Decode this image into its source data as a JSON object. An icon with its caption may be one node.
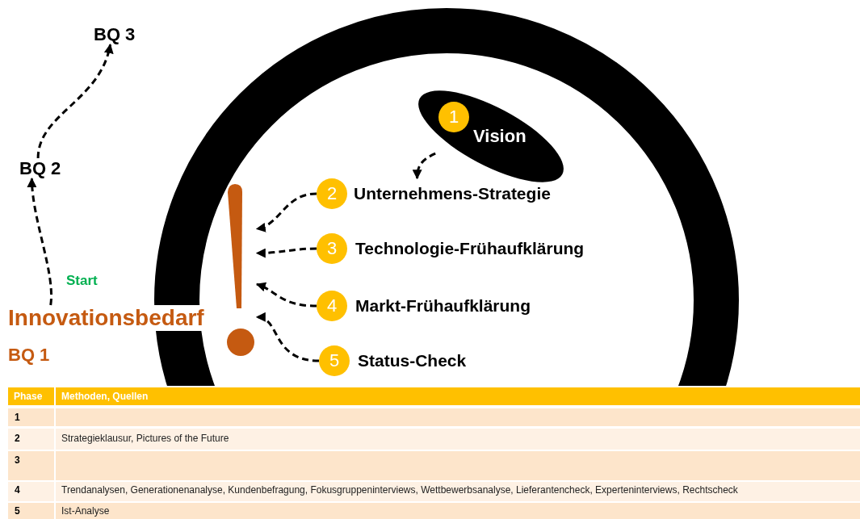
{
  "diagram": {
    "nodes": [
      {
        "text": [
          "BQ 3"
        ]
      },
      {
        "text": [
          "BQ 2"
        ]
      },
      {
        "text": [
          "Innovationsbedarf"
        ]
      },
      {
        "text": [
          "1",
          "Vision"
        ]
      },
      {
        "text": [
          "2",
          "Unternehmens-Strategie"
        ]
      },
      {
        "text": [
          "3",
          "Technologie-Frühaufklärung"
        ]
      },
      {
        "text": [
          "4",
          "Markt-Frühaufklärung"
        ]
      },
      {
        "text": [
          "5",
          "Status-Check"
        ]
      },
      {
        "text": [],
        "shape": "picture"
      }
    ],
    "edges": [
      {
        "from": 2,
        "to": 1,
        "arrow": "to",
        "style": "dashed"
      },
      {
        "from": 1,
        "to": 0,
        "arrow": "to",
        "style": "dashed"
      },
      {
        "from": 3,
        "to": 4,
        "arrow": "to",
        "style": "dashed"
      },
      {
        "from": 4,
        "to": 8,
        "arrow": "to",
        "style": "dashed"
      },
      {
        "from": 5,
        "to": 8,
        "arrow": "to",
        "style": "dashed"
      },
      {
        "from": 6,
        "to": 8,
        "arrow": "to",
        "style": "dashed"
      },
      {
        "from": 7,
        "to": 8,
        "arrow": "to",
        "style": "dashed"
      }
    ],
    "labels": [
      "Start",
      "BQ 1",
      "Phase",
      "Methoden, Quellen",
      "1",
      "2",
      "Strategieklausur, Pictures of the Future",
      "3",
      "4",
      "Trendanalysen, Generationenanalyse, Kundenbefragung, Fokusgruppeninterviews, Wettbewerbsanalyse, Lieferantencheck, Experteninterviews, Rechtscheck",
      "5",
      "Ist-Analyse"
    ]
  }
}
